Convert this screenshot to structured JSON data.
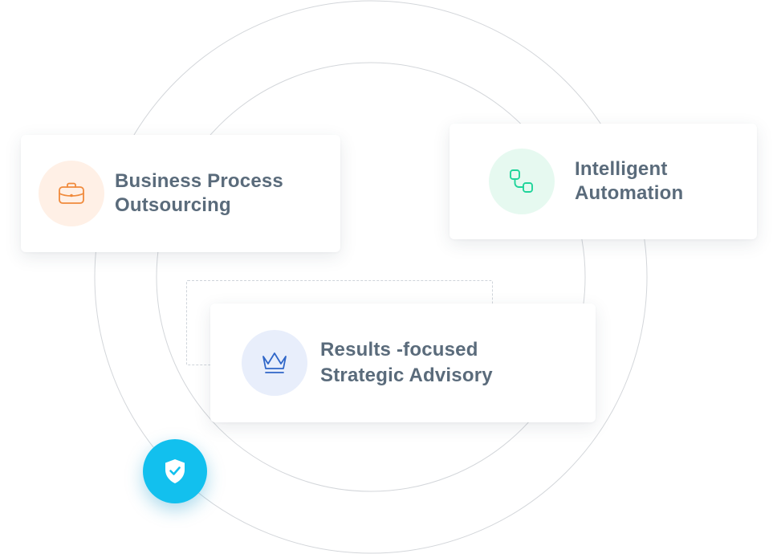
{
  "services": {
    "bpo": {
      "line1": "Business Process",
      "line2": "Outsourcing",
      "icon": "briefcase-icon",
      "icon_color": "#f08a3c",
      "icon_bg": "#fff0e6"
    },
    "ia": {
      "line1": "Intelligent",
      "line2": "Automation",
      "icon": "workflow-icon",
      "icon_color": "#1fd49a",
      "icon_bg": "#e6f9f0"
    },
    "rsa": {
      "line1": "Results -focused",
      "line2": "Strategic Advisory",
      "icon": "crown-icon",
      "icon_color": "#2f66c8",
      "icon_bg": "#e8eefb"
    }
  },
  "badge": {
    "icon": "shield-check-icon",
    "color": "#12c0ee"
  },
  "colors": {
    "text": "#5a6b7b",
    "ring": "#d3d6da"
  }
}
